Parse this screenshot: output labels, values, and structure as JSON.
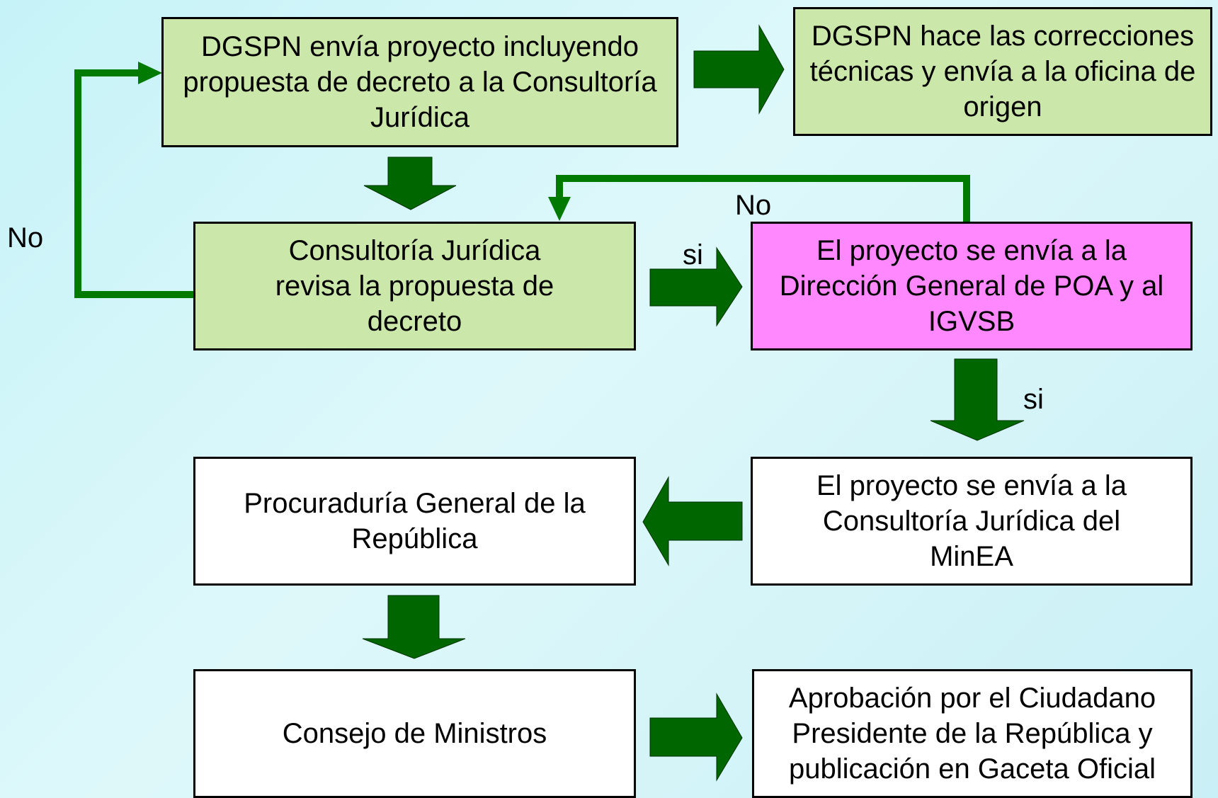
{
  "boxes": {
    "dgspn_send": "DGSPN envía proyecto incluyendo propuesta de decreto a la Consultoría Jurídica",
    "dgspn_corrections": "DGSPN hace las correcciones técnicas y envía a la oficina de  origen",
    "consultoria_review": "Consultoría Jurídica revisa la propuesta de decreto",
    "poa_igvsb": "El proyecto se envía a la Dirección General de POA y al IGVSB",
    "minea": "El proyecto se envía a la Consultoría Jurídica del MinEA",
    "procuraduria": "Procuraduría General de la República",
    "consejo": "Consejo de Ministros",
    "aprobacion": "Aprobación por el Ciudadano Presidente de la República y publicación en Gaceta Oficial"
  },
  "labels": {
    "no_left": "No",
    "no_top": "No",
    "si_right": "si",
    "si_down": "si"
  },
  "colors": {
    "arrow": "#006600",
    "loop_line": "#007a00",
    "green_box": "#cbe7a9",
    "pink_box": "#ff88ff"
  }
}
